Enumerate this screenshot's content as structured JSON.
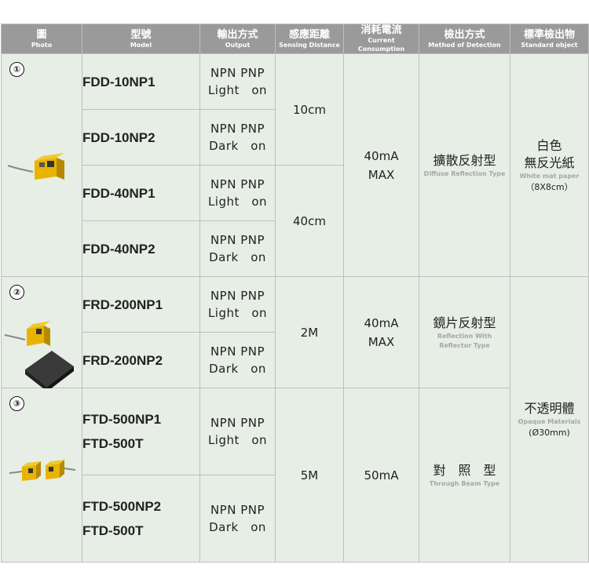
{
  "headers": [
    {
      "zh": "圖",
      "en": "Photo"
    },
    {
      "zh": "型號",
      "en": "Model"
    },
    {
      "zh": "輸出方式",
      "en": "Output"
    },
    {
      "zh": "感應距離",
      "en": "Sensing Distance"
    },
    {
      "zh": "消耗電流",
      "en": "Current Consumption"
    },
    {
      "zh": "檢出方式",
      "en": "Method of Detection"
    },
    {
      "zh": "標準檢出物",
      "en": "Standard object"
    }
  ],
  "groups": [
    {
      "number": "①",
      "models": [
        "FDD-10NP1",
        "FDD-10NP2",
        "FDD-40NP1",
        "FDD-40NP2"
      ],
      "outputs": [
        [
          "NPN PNP",
          "Light　on"
        ],
        [
          "NPN PNP",
          "Dark　on"
        ],
        [
          "NPN PNP",
          "Light　on"
        ],
        [
          "NPN PNP",
          "Dark　on"
        ]
      ],
      "distances": [
        "10cm",
        "40cm"
      ],
      "current": [
        "40mA",
        "MAX"
      ],
      "method_zh": "擴散反射型",
      "method_en": "Diffuse Reflection Type"
    },
    {
      "number": "②",
      "models": [
        "FRD-200NP1",
        "FRD-200NP2"
      ],
      "outputs": [
        [
          "NPN PNP",
          "Light　on"
        ],
        [
          "NPN PNP",
          "Dark　on"
        ]
      ],
      "distances": [
        "2M"
      ],
      "current": [
        "40mA",
        "MAX"
      ],
      "method_zh": "鏡片反射型",
      "method_en": [
        "Reflection With",
        "Reflector Type"
      ]
    },
    {
      "number": "③",
      "models": [
        [
          "FTD-500NP1",
          "FTD-500T"
        ],
        [
          "FTD-500NP2",
          "FTD-500T"
        ]
      ],
      "outputs": [
        [
          "NPN PNP",
          "Light　on"
        ],
        [
          "NPN PNP",
          "Dark　on"
        ]
      ],
      "distances": [
        "5M"
      ],
      "current": [
        "50mA"
      ],
      "method_zh": "對　照　型",
      "method_en": "Through Beam Type"
    }
  ],
  "standard_objects": [
    {
      "zh": [
        "白色",
        "無反光紙"
      ],
      "en": "White mat paper",
      "size": "（8X8cm）"
    },
    {
      "zh": [
        "不透明體"
      ],
      "en": "Opaque Materials",
      "size": "(Ø30mm)"
    }
  ],
  "colors": {
    "header": "#9a9a9a",
    "cell": "#e6eee6",
    "sensor": "#e8b400"
  }
}
